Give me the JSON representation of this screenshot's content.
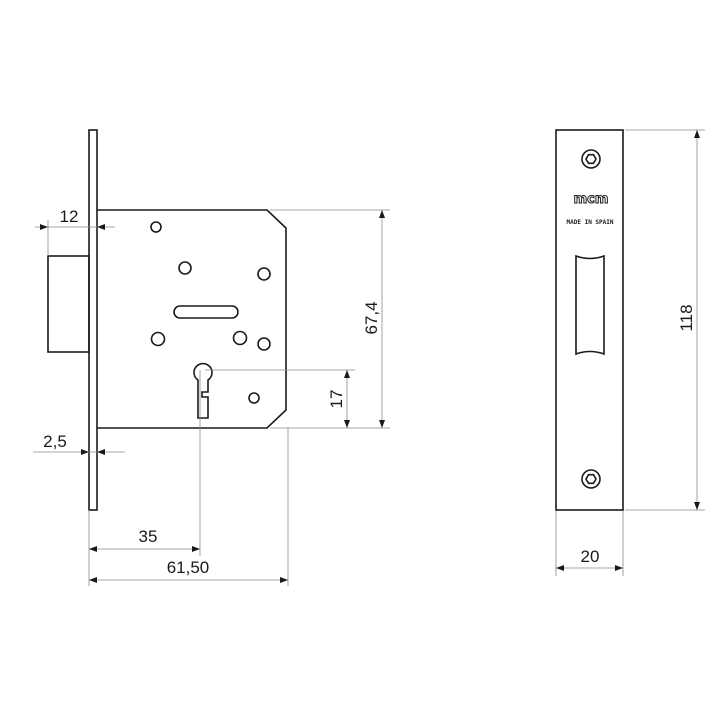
{
  "dimensions": {
    "backset_bolt": "12",
    "faceplate_thickness": "2,5",
    "backset": "35",
    "case_depth": "61,50",
    "case_height": "67,4",
    "keyhole_offset": "17",
    "faceplate_height": "118",
    "faceplate_width": "20"
  },
  "faceplate": {
    "brand": "mcm",
    "origin": "MADE IN SPAIN"
  }
}
